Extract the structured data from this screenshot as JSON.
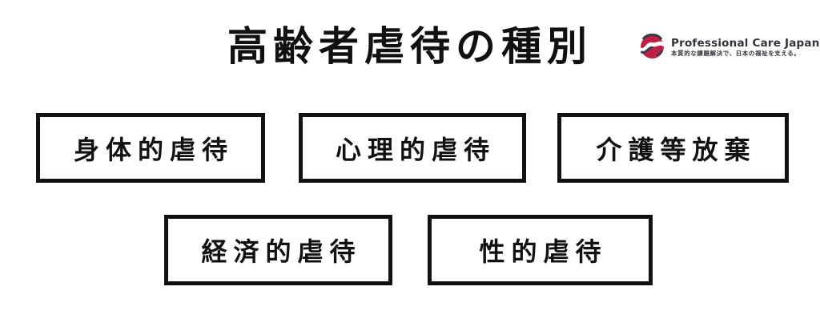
{
  "title": "高齢者虐待の種別",
  "logo": {
    "brand": "Professional Care Japan",
    "tagline": "本質的な課題解決で、日本の福祉を支える。",
    "icon": "pcj-swirl-sphere-icon",
    "colors": {
      "crimson": "#c01f45",
      "dark_navy": "#3b3947",
      "text": "#32323a"
    }
  },
  "boxes": [
    {
      "label": "身体的虐待"
    },
    {
      "label": "心理的虐待"
    },
    {
      "label": "介護等放棄"
    },
    {
      "label": "経済的虐待"
    },
    {
      "label": "性的虐待"
    }
  ],
  "colors": {
    "background": "#ffffff",
    "box_border": "#111111",
    "title_text": "#111111"
  }
}
